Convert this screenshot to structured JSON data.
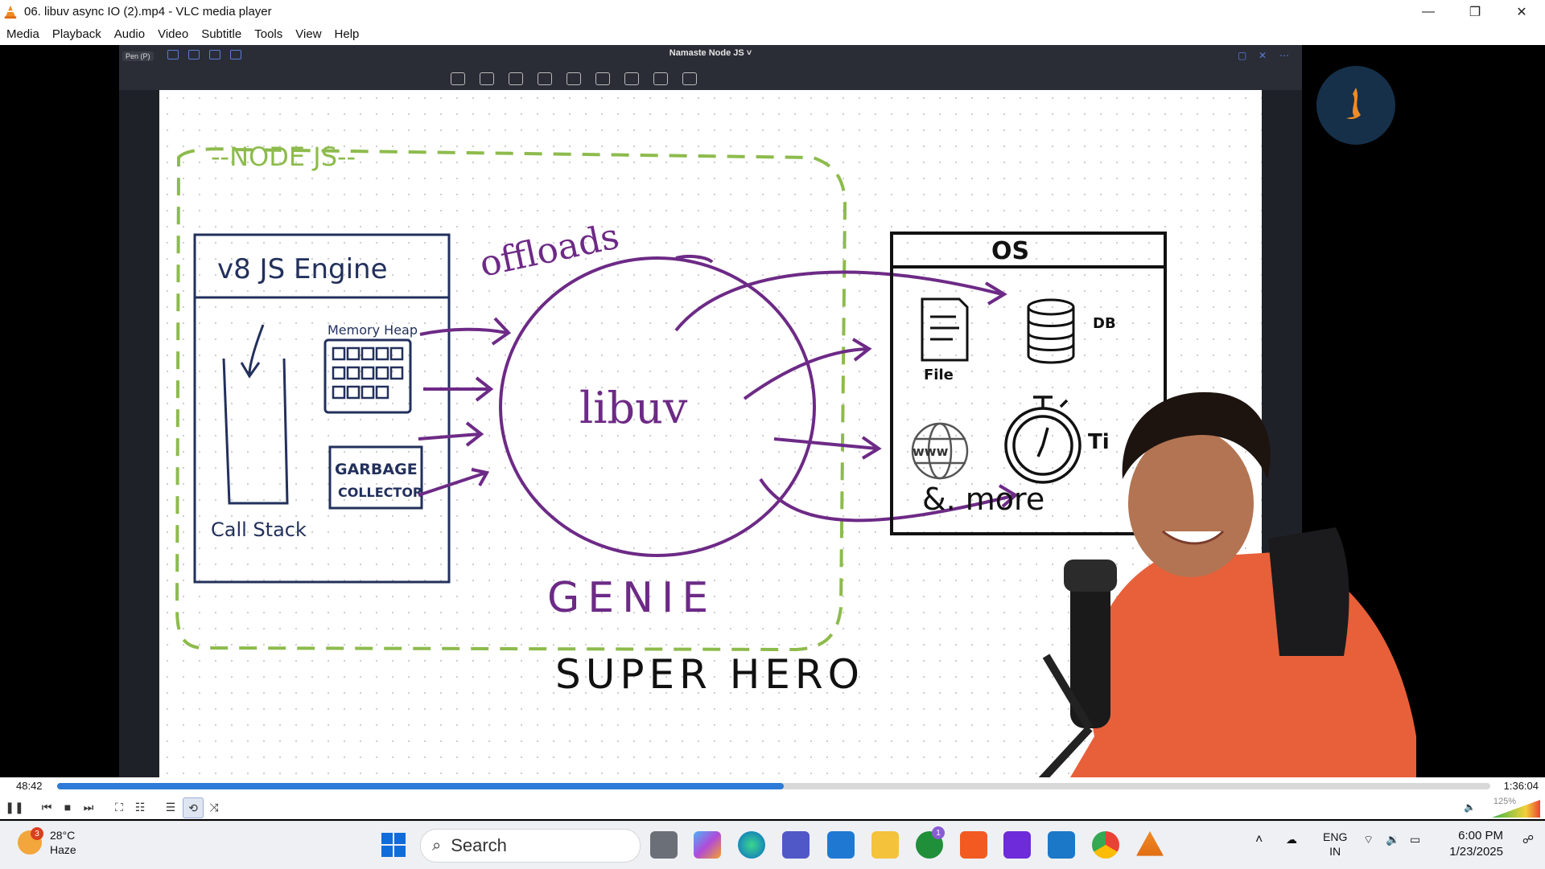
{
  "window": {
    "title": "06. libuv  async IO (2).mp4 - VLC media player",
    "minimize": "—",
    "maximize": "❐",
    "close": "✕"
  },
  "menu": [
    "Media",
    "Playback",
    "Audio",
    "Video",
    "Subtitle",
    "Tools",
    "View",
    "Help"
  ],
  "notes_app": {
    "title": "Namaste Node JS ˅",
    "pen_label": "Pen (P)"
  },
  "drawing": {
    "node_js": "--NODE JS--",
    "v8_engine": "v8  JS  Engine",
    "memory_heap": "Memory Heap",
    "garbage_collector_line1": "GARBAGE",
    "garbage_collector_line2": "COLLECTOR",
    "call_stack": "Call Stack",
    "offloads": "offloads",
    "libuv": "libuv",
    "genie": "GENIE",
    "super_hero": "SUPER   HERO",
    "os": "OS",
    "file": "File",
    "db": "DB",
    "www": "www",
    "timer": "Ti",
    "more": "&. more"
  },
  "player": {
    "elapsed": "48:42",
    "duration": "1:36:04",
    "progress": 0.507,
    "volume_label": "125%"
  },
  "taskbar": {
    "weather_badge": "3",
    "temperature": "28°C",
    "condition": "Haze",
    "search_label": "Search",
    "xbox_badge": "1",
    "language_line1": "ENG",
    "language_line2": "IN",
    "time": "6:00 PM",
    "date": "1/23/2025"
  },
  "colors": {
    "accent_blue": "#2d7bd6",
    "ink_purple": "#6d2a86",
    "ink_navy": "#22305c",
    "ink_green": "#8dbb4c",
    "vlc_orange": "#f08a24"
  }
}
